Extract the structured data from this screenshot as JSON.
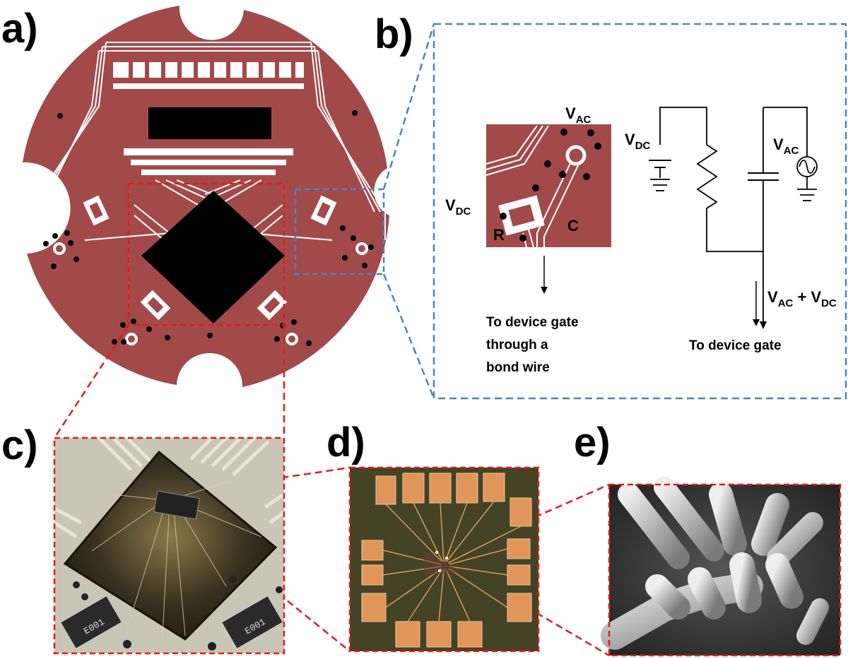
{
  "panels": {
    "a": "a)",
    "b": "b)",
    "c": "c)",
    "d": "d)",
    "e": "e)"
  },
  "inset": {
    "vac": {
      "main": "V",
      "sub": "AC"
    },
    "vdc": {
      "main": "V",
      "sub": "DC"
    },
    "r": "R",
    "c": "C",
    "caption": [
      "To device gate",
      "through a",
      "bond wire"
    ]
  },
  "circuit": {
    "vdc": {
      "main": "V",
      "sub": "DC"
    },
    "vac": {
      "main": "V",
      "sub": "AC"
    },
    "sum": {
      "a": "V",
      "a_sub": "AC",
      "plus": " + ",
      "b": "V",
      "b_sub": "DC"
    },
    "caption": "To device gate"
  },
  "chip_marking": "E001",
  "colors": {
    "board": "#a24a4a",
    "trace": "#ffffff",
    "chip": "#000000",
    "red_dash": "#e21b1b",
    "blue_dash": "#4f81bd",
    "pad": "#e0955a"
  }
}
